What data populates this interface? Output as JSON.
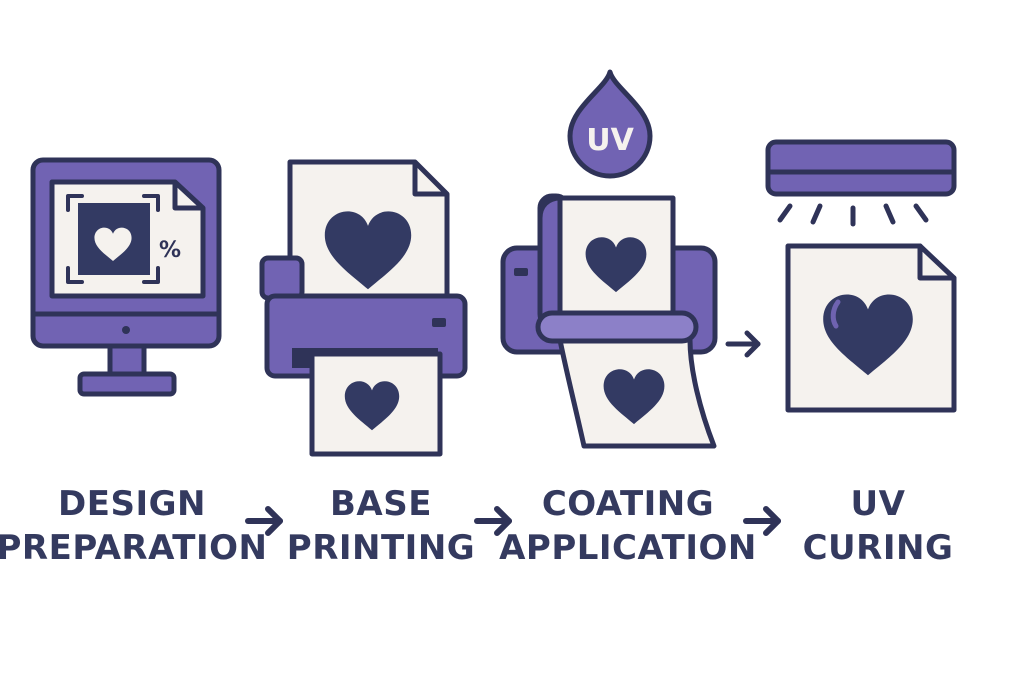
{
  "colors": {
    "outline": "#2f3358",
    "purple": "#7163b3",
    "purple_light": "#8c80c8",
    "paper": "#f5f2ee",
    "heart": "#333a63",
    "text": "#343a5f"
  },
  "steps": [
    {
      "line1": "DESIGN",
      "line2": "PREPARATION",
      "icon": "monitor-icon",
      "overlay": "%"
    },
    {
      "line1": "BASE",
      "line2": "PRINTING",
      "icon": "printer-icon"
    },
    {
      "line1": "COATING",
      "line2": "APPLICATION",
      "icon": "coater-icon",
      "badge": "UV"
    },
    {
      "line1": "UV",
      "line2": "CURING",
      "icon": "uv-lamp-icon"
    }
  ],
  "connector_icon": "arrow-right-icon"
}
